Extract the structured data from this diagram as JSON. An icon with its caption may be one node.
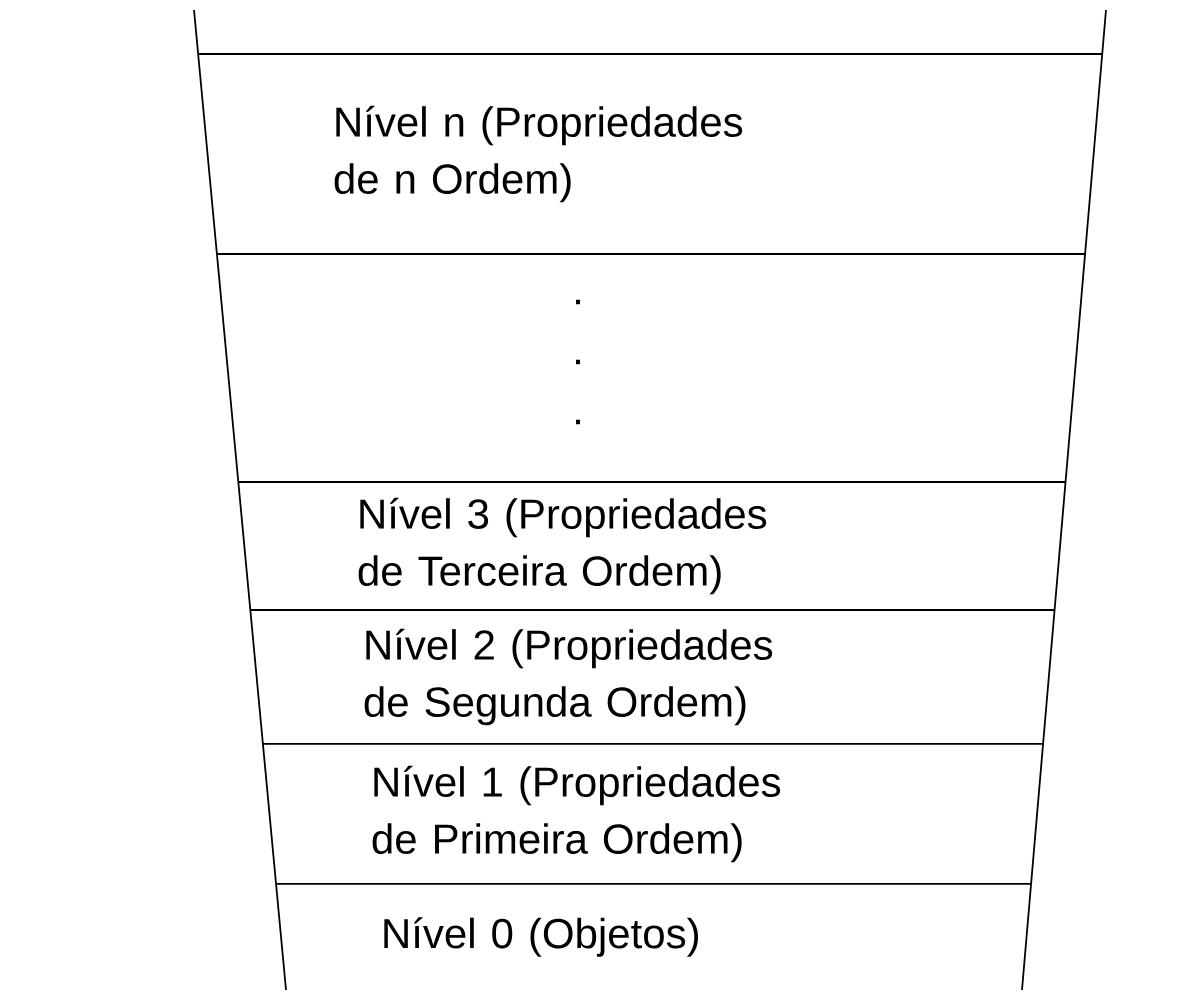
{
  "diagram": {
    "nodes": [
      {
        "text": [
          "Nível n (Propriedades de n Ordem)"
        ]
      },
      {
        "text": [
          ".",
          ".",
          "."
        ]
      },
      {
        "text": [
          "Nível 3 (Propriedades de Terceira Ordem)"
        ]
      },
      {
        "text": [
          "Nível 2 (Propriedades de Segunda Ordem)"
        ]
      },
      {
        "text": [
          "Nível 1 (Propriedades de Primeira Ordem)"
        ]
      },
      {
        "text": [
          "Nível 0 (Objetos)"
        ]
      }
    ]
  }
}
